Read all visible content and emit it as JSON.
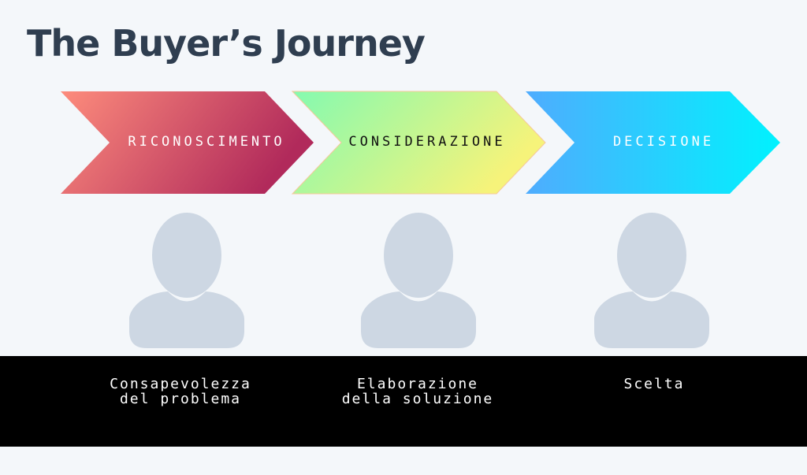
{
  "title": "The Buyer’s Journey",
  "stages": [
    {
      "label": "RICONOSCIMENTO",
      "description": [
        "Consapevolezza",
        "del problema"
      ],
      "label_color": "#ffffff",
      "gradient": [
        "#fd8c7c",
        "#b12a5b"
      ]
    },
    {
      "label": "CONSIDERAZIONE",
      "description": [
        "Elaborazione",
        "della soluzione"
      ],
      "label_color": "#111111",
      "gradient": [
        "#84fab0",
        "#f6f37a"
      ]
    },
    {
      "label": "DECISIONE",
      "description": [
        "Scelta"
      ],
      "label_color": "#ffffff",
      "gradient": [
        "#4facfe",
        "#00f2fe"
      ]
    }
  ],
  "icons": [
    "person-icon",
    "person-icon",
    "person-icon"
  ],
  "colors": {
    "background": "#f4f7fa",
    "title": "#2f3e50",
    "person": "#cdd7e3",
    "band": "#000000"
  }
}
